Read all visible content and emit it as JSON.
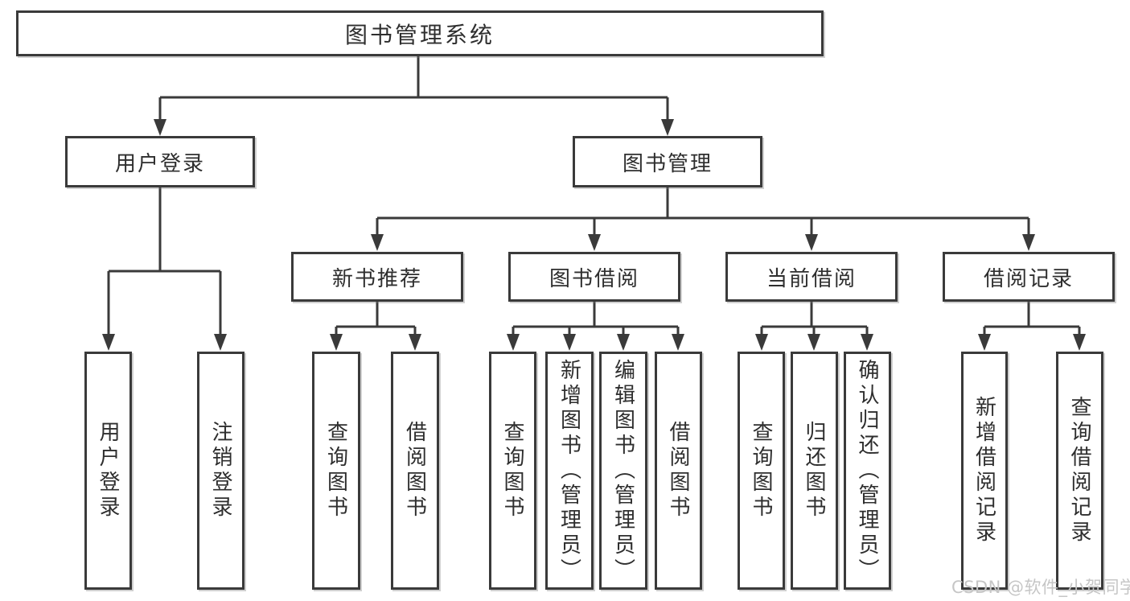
{
  "tree": {
    "root": {
      "label": "图书管理系统"
    },
    "level2": [
      {
        "label": "用户登录",
        "children": [
          {
            "label": "用户登录"
          },
          {
            "label": "注销登录"
          }
        ]
      },
      {
        "label": "图书管理",
        "children": [
          {
            "label": "新书推荐",
            "children": [
              {
                "label": "查询图书"
              },
              {
                "label": "借阅图书"
              }
            ]
          },
          {
            "label": "图书借阅",
            "children": [
              {
                "label": "查询图书"
              },
              {
                "label": "新增图书（管理员）"
              },
              {
                "label": "编辑图书（管理员）"
              },
              {
                "label": "借阅图书"
              }
            ]
          },
          {
            "label": "当前借阅",
            "children": [
              {
                "label": "查询图书"
              },
              {
                "label": "归还图书"
              },
              {
                "label": "确认归还（管理员）"
              }
            ]
          },
          {
            "label": "借阅记录",
            "children": [
              {
                "label": "新增借阅记录"
              },
              {
                "label": "查询借阅记录"
              }
            ]
          }
        ]
      }
    ]
  },
  "watermark": "CSDN @软件_小贺同学",
  "colors": {
    "line": "#3a3a3a",
    "box_border": "#3a3a3a",
    "box_fill": "#ffffff",
    "text": "#2e2e2e",
    "watermark": "#c6c6c6",
    "background": "#ffffff"
  }
}
